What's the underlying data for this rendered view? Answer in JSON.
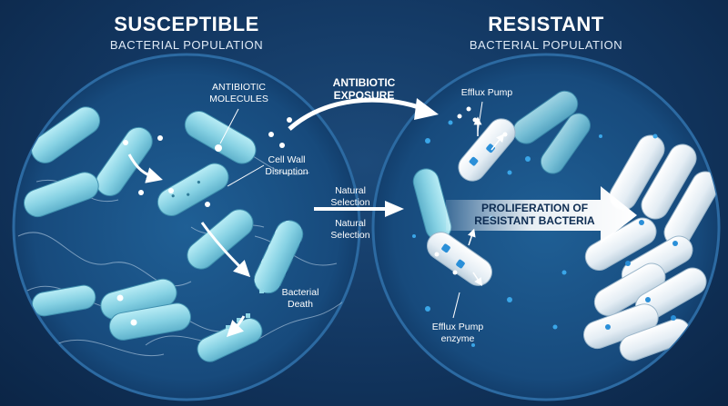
{
  "left_panel": {
    "title": "SUSCEPTIBLE",
    "subtitle": "BACTERIAL POPULATION",
    "labels": {
      "antibiotic_molecules": "ANTIBIOTIC MOLECULES",
      "cell_wall_disruption": "Cell Wall Disruption",
      "bacterial_death": "Bacterial Death"
    }
  },
  "right_panel": {
    "title": "RESISTANT",
    "subtitle": "BACTERIAL POPULATION",
    "labels": {
      "efflux_pump": "Efflux Pump",
      "efflux_pump_enzyme": "Efflux Pump enzyme"
    }
  },
  "center": {
    "antibiotic_exposure": "ANTIBIOTIC EXPOSURE",
    "natural_selection_1": "Natural Selection",
    "natural_selection_2": "Natural Selection"
  },
  "proliferation_arrow": "PROLIFERATION OF RESISTANT BACTERIA",
  "colors": {
    "background": "#123660",
    "susceptible_cell": "#8fd6e6",
    "resistant_cell": "#e9f1f7",
    "pump_blue": "#2a8fd8",
    "arrow_white": "#ffffff"
  }
}
